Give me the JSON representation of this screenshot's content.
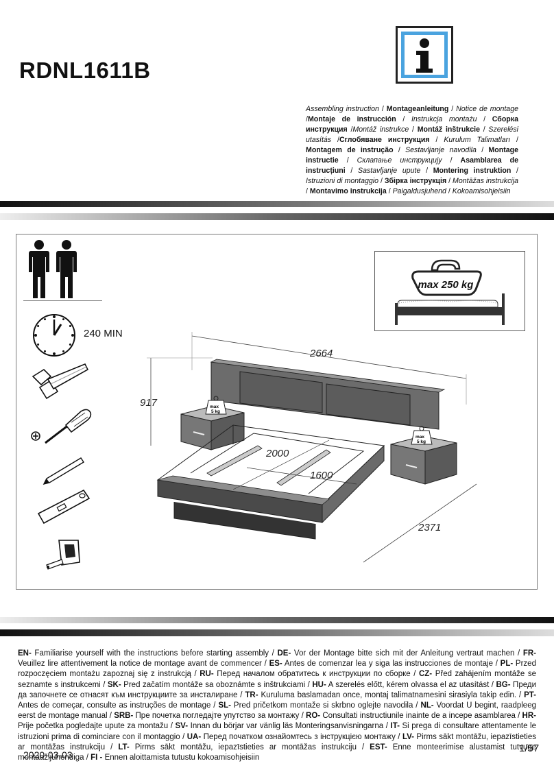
{
  "model": "RDNL1611B",
  "title_languages": [
    {
      "text": "Assembling instruction",
      "style": "i"
    },
    {
      "text": " / ",
      "style": ""
    },
    {
      "text": "Montageanleitung",
      "style": "b"
    },
    {
      "text": " / ",
      "style": ""
    },
    {
      "text": "Notice de montage",
      "style": "i"
    },
    {
      "text": " /",
      "style": ""
    },
    {
      "text": "Montaje de instrucción",
      "style": "b"
    },
    {
      "text": " / ",
      "style": ""
    },
    {
      "text": "Instrukcja montażu",
      "style": "i"
    },
    {
      "text": " / ",
      "style": ""
    },
    {
      "text": "Сборка инструкция",
      "style": "b"
    },
    {
      "text": " /",
      "style": ""
    },
    {
      "text": "Montáž instrukce",
      "style": "i"
    },
    {
      "text": " / ",
      "style": ""
    },
    {
      "text": "Montáž inštrukcie",
      "style": "b"
    },
    {
      "text": " / ",
      "style": ""
    },
    {
      "text": "Szerelési utasítás",
      "style": "i"
    },
    {
      "text": " /",
      "style": ""
    },
    {
      "text": "Сглобяване инструкция",
      "style": "b"
    },
    {
      "text": " / ",
      "style": ""
    },
    {
      "text": "Kurulum Talimatları",
      "style": "i"
    },
    {
      "text": " / ",
      "style": ""
    },
    {
      "text": "Montagem de instrução",
      "style": "b"
    },
    {
      "text": " / ",
      "style": ""
    },
    {
      "text": "Sestavljanje navodila",
      "style": "i"
    },
    {
      "text": " / ",
      "style": ""
    },
    {
      "text": "Montage instructie",
      "style": "b"
    },
    {
      "text": " / ",
      "style": ""
    },
    {
      "text": "Склапање инструкцију",
      "style": "i"
    },
    {
      "text": " / ",
      "style": ""
    },
    {
      "text": "Asamblarea de instrucțiuni",
      "style": "b"
    },
    {
      "text": " / ",
      "style": ""
    },
    {
      "text": "Sastavljanje upute",
      "style": "i"
    },
    {
      "text": " / ",
      "style": ""
    },
    {
      "text": "Montering instruktion",
      "style": "b"
    },
    {
      "text": " / ",
      "style": ""
    },
    {
      "text": "Istruzioni di montaggio",
      "style": "i"
    },
    {
      "text": " / ",
      "style": ""
    },
    {
      "text": "Збірка інструкція",
      "style": "b"
    },
    {
      "text": " / ",
      "style": ""
    },
    {
      "text": "Montāžas instrukcija",
      "style": "i"
    },
    {
      "text": " / ",
      "style": ""
    },
    {
      "text": "Montavimo instrukcija",
      "style": "b"
    },
    {
      "text": " / ",
      "style": ""
    },
    {
      "text": "Paigaldusjuhend",
      "style": "i"
    },
    {
      "text": " / ",
      "style": ""
    },
    {
      "text": "Kokoamisohjeisiin",
      "style": "i"
    }
  ],
  "assembly_time": "240 MIN",
  "max_load": "max 250 kg",
  "nightstand_load": {
    "line1": "max",
    "line2": "5 kg"
  },
  "dimensions": {
    "height": "917",
    "total_width": "2664",
    "mattress_length": "2000",
    "mattress_width": "1600",
    "total_depth": "2371"
  },
  "notice_segments": [
    {
      "code": "EN-",
      "text": " Familiarise yourself with the instructions before starting assembly / "
    },
    {
      "code": "DE-",
      "text": " Vor der Montage bitte sich mit der Anleitung vertraut machen / "
    },
    {
      "code": "FR-",
      "text": " Veuillez lire attentivement la notice de montage avant de commencer / "
    },
    {
      "code": "ES-",
      "text": " Antes de comenzar lea y siga las instrucciones de montaje / "
    },
    {
      "code": "PL-",
      "text": " Przed rozpoczęciem montażu zapoznaj się z instrukcją / "
    },
    {
      "code": "RU-",
      "text": " Перед началом обратитесь к инструкции по сборке / "
    },
    {
      "code": "CZ-",
      "text": " Před zahájením montáže se seznamte s instrukcemi / "
    },
    {
      "code": "SK-",
      "text": " Pred začatím montáže sa oboznámte s inštrukciami / "
    },
    {
      "code": "HU-",
      "text": " A szerelés előtt, kérem olvassa el az utasítást / "
    },
    {
      "code": "BG-",
      "text": " Преди да започнете се отнасят към инструкциите за инсталиране / "
    },
    {
      "code": "TR-",
      "text": " Kuruluma baslamadan once, montaj talimatnamesini sirasiyla takip edin. / "
    },
    {
      "code": "PT-",
      "text": " Antes de começar, consulte as instruções de montage / "
    },
    {
      "code": "SL-",
      "text": " Pred pričetkom montaže si skrbno oglejte navodila / "
    },
    {
      "code": "NL-",
      "text": " Voordat U begint, raadpleeg eerst de montage manual / "
    },
    {
      "code": "SRB-",
      "text": " Пре почетка погледајте упутство за монтажу / "
    },
    {
      "code": "RO-",
      "text": " Consultati instructiunile inainte de a incepe asamblarea / "
    },
    {
      "code": "HR-",
      "text": " Prije početka pogledajte upute za montažu / "
    },
    {
      "code": "SV-",
      "text": " Innan du börjar var vänlig läs Monteringsanvisningarna / "
    },
    {
      "code": "IT-",
      "text": " Si prega di consultare attentamente le istruzioni prima di cominciare con il montaggio / "
    },
    {
      "code": "UA-",
      "text": " Перед початком ознайомтесь з інструкцією монтажу / "
    },
    {
      "code": "LV-",
      "text": " Pirms sākt montāžu, iepazīstieties ar montāžas instrukciju / "
    },
    {
      "code": "LT-",
      "text": " Pirms sākt montāžu, iepazīstieties ar montāžas instrukciju / "
    },
    {
      "code": "EST-",
      "text": " Enne monteerimise alustamist tutvuge montaažijuhendiga / "
    },
    {
      "code": "FI -",
      "text": " Ennen aloittamista tutustu kokoamisohjeisiin"
    }
  ],
  "date": "2020-03-03",
  "page": "1/57",
  "colors": {
    "info_blue": "#4aa3df",
    "bar_dark": "#222222"
  }
}
